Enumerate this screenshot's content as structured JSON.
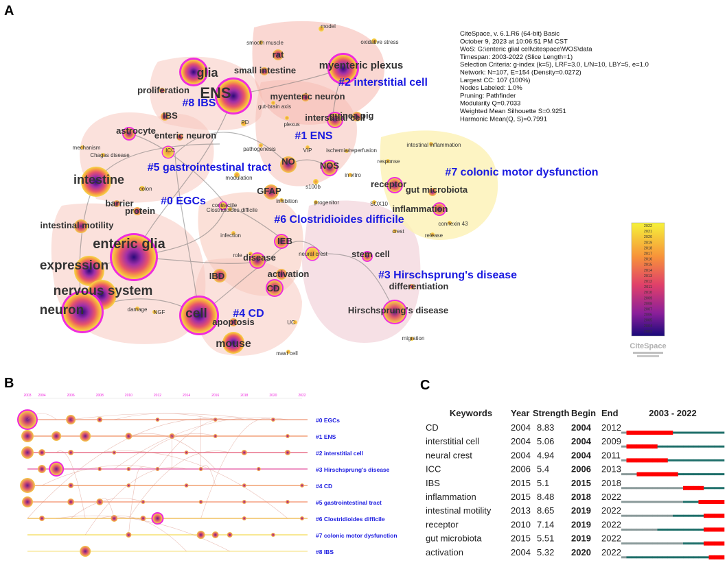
{
  "panels": {
    "a": "A",
    "b": "B",
    "c": "C"
  },
  "colors": {
    "cluster_pink": "#f7c3bc",
    "cluster_yellow": "#fdf1b4",
    "cluster_mauve": "#efc7cf",
    "label_blue": "#1a1ae0",
    "node_magenta": "#ee22dd",
    "burst_red": "#ff0000",
    "burst_grey": "#8a9a9a",
    "burst_teal": "#1f6f6a"
  },
  "info_box": [
    "CiteSpace, v. 6.1.R6 (64-bit) Basic",
    "October 9, 2023 at 10:06:51 PM CST",
    "WoS: G:\\enteric glial cell\\citespace\\WOS\\data",
    "Timespan: 2003-2022 (Slice Length=1)",
    "Selection Criteria: g-index (k=5), LRF=3.0, L/N=10, LBY=5, e=1.0",
    "Network: N=107, E=154 (Density=0.0272)",
    "Largest CC: 107 (100%)",
    "Nodes Labeled: 1.0%",
    "Pruning: Pathfinder",
    "Modularity Q=0.7033",
    "Weighted Mean Silhouette S=0.9251",
    "Harmonic Mean(Q, S)=0.7991"
  ],
  "color_legend_years": [
    "2022",
    "2021",
    "2020",
    "2019",
    "2018",
    "2017",
    "2016",
    "2015",
    "2014",
    "2013",
    "2012",
    "2011",
    "2010",
    "2009",
    "2008",
    "2007",
    "2006",
    "2005",
    "2004",
    "2003"
  ],
  "logo_text": "CiteSpace",
  "cluster_labels": [
    "#0 EGCs",
    "#1 ENS",
    "#2 interstitial cell",
    "#3 Hirschsprung's disease",
    "#4 CD",
    "#5 gastrointestinal tract",
    "#6 Clostridioides difficile",
    "#7 colonic motor dysfunction",
    "#8 IBS"
  ],
  "node_labels": {
    "large": [
      "glia",
      "ENS",
      "myenteric plexus",
      "intestine",
      "enteric glia",
      "expression",
      "nervous system",
      "neuron",
      "cell",
      "mouse"
    ],
    "medium": [
      "rat",
      "small intestine",
      "myenteric neuron",
      "interstitial cell",
      "guinea pig",
      "astrocyte",
      "enteric neuron",
      "IBS",
      "NO",
      "NOS",
      "GFAP",
      "receptor",
      "gut microbiota",
      "inflammation",
      "intestinal motility",
      "protein",
      "barrier",
      "IBD",
      "disease",
      "activation",
      "CD",
      "apoptosis",
      "IEB",
      "stem cell",
      "Hirschsprung's disease",
      "differentiation",
      "proliferation"
    ],
    "small": [
      "smooth muscle",
      "model",
      "oxidative stress",
      "gut-brain axis",
      "plexus",
      "PD",
      "pathogenesis",
      "VIP",
      "mechanism",
      "Chagas disease",
      "ICC",
      "colon",
      "modulation",
      "s100b",
      "in vitro",
      "ischemia/reperfusion",
      "response",
      "intestinal inflammation",
      "progenitor",
      "SOX10",
      "inhibition",
      "Clostridioides difficile",
      "contractile",
      "infection",
      "role",
      "neural crest",
      "crest",
      "connexin 43",
      "release",
      "damage",
      "NGF",
      "UC",
      "mast cell",
      "migration"
    ]
  },
  "timeline": {
    "years": [
      "2003",
      "2004",
      "2006",
      "2008",
      "2010",
      "2012",
      "2014",
      "2016",
      "2018",
      "2020",
      "2022"
    ],
    "clusters": [
      "#0 EGCs",
      "#1 ENS",
      "#2 interstitial cell",
      "#3 Hirschsprung's disease",
      "#4 CD",
      "#5 gastrointestinal tract",
      "#6 Clostridioides difficile",
      "#7 colonic motor dysfunction",
      "#8 IBS"
    ]
  },
  "burst_table": {
    "headers": {
      "keywords": "Keywords",
      "year": "Year",
      "strength": "Strength",
      "begin": "Begin",
      "end": "End",
      "range": "2003 - 2022"
    },
    "range_start": 2003,
    "range_end": 2022,
    "rows": [
      {
        "keyword": "CD",
        "year": "2004",
        "strength": "8.83",
        "begin": "2004",
        "end": "2012"
      },
      {
        "keyword": "interstitial cell",
        "year": "2004",
        "strength": "5.06",
        "begin": "2004",
        "end": "2009"
      },
      {
        "keyword": "neural crest",
        "year": "2004",
        "strength": "4.94",
        "begin": "2004",
        "end": "2011"
      },
      {
        "keyword": "ICC",
        "year": "2006",
        "strength": "5.4",
        "begin": "2006",
        "end": "2013"
      },
      {
        "keyword": "IBS",
        "year": "2015",
        "strength": "5.1",
        "begin": "2015",
        "end": "2018"
      },
      {
        "keyword": "inflammation",
        "year": "2015",
        "strength": "8.48",
        "begin": "2018",
        "end": "2022"
      },
      {
        "keyword": "intestinal motility",
        "year": "2013",
        "strength": "8.65",
        "begin": "2019",
        "end": "2022"
      },
      {
        "keyword": "receptor",
        "year": "2010",
        "strength": "7.14",
        "begin": "2019",
        "end": "2022"
      },
      {
        "keyword": "gut microbiota",
        "year": "2015",
        "strength": "5.51",
        "begin": "2019",
        "end": "2022"
      },
      {
        "keyword": "activation",
        "year": "2004",
        "strength": "5.32",
        "begin": "2020",
        "end": "2022"
      }
    ]
  },
  "chart_data": [
    {
      "type": "network",
      "clusters": [
        "#0 EGCs",
        "#1 ENS",
        "#2 interstitial cell",
        "#3 Hirschsprung's disease",
        "#4 CD",
        "#5 gastrointestinal tract",
        "#6 Clostridioides difficile",
        "#7 colonic motor dysfunction",
        "#8 IBS"
      ],
      "nodes": [
        "glia",
        "ENS",
        "myenteric plexus",
        "intestine",
        "enteric glia",
        "expression",
        "nervous system",
        "neuron",
        "cell",
        "mouse",
        "rat",
        "small intestine",
        "myenteric neuron",
        "interstitial cell",
        "guinea pig",
        "astrocyte",
        "enteric neuron",
        "IBS",
        "NO",
        "NOS",
        "GFAP",
        "receptor",
        "gut microbiota",
        "inflammation",
        "intestinal motility",
        "protein",
        "barrier",
        "IBD",
        "disease",
        "activation",
        "CD",
        "apoptosis",
        "IEB",
        "stem cell",
        "Hirschsprung's disease",
        "differentiation",
        "proliferation"
      ],
      "stats": {
        "N": 107,
        "E": 154,
        "density": 0.0272,
        "modularity_Q": 0.7033,
        "silhouette_S": 0.9251
      }
    },
    {
      "type": "timeline",
      "x_range": [
        2003,
        2022
      ],
      "categories": [
        "#0 EGCs",
        "#1 ENS",
        "#2 interstitial cell",
        "#3 Hirschsprung's disease",
        "#4 CD",
        "#5 gastrointestinal tract",
        "#6 Clostridioides difficile",
        "#7 colonic motor dysfunction",
        "#8 IBS"
      ]
    },
    {
      "type": "table",
      "title": "2003 - 2022",
      "columns": [
        "Keywords",
        "Year",
        "Strength",
        "Begin",
        "End"
      ],
      "rows": [
        [
          "CD",
          2004,
          8.83,
          2004,
          2012
        ],
        [
          "interstitial cell",
          2004,
          5.06,
          2004,
          2009
        ],
        [
          "neural crest",
          2004,
          4.94,
          2004,
          2011
        ],
        [
          "ICC",
          2006,
          5.4,
          2006,
          2013
        ],
        [
          "IBS",
          2015,
          5.1,
          2015,
          2018
        ],
        [
          "inflammation",
          2015,
          8.48,
          2018,
          2022
        ],
        [
          "intestinal motility",
          2013,
          8.65,
          2019,
          2022
        ],
        [
          "receptor",
          2010,
          7.14,
          2019,
          2022
        ],
        [
          "gut microbiota",
          2015,
          5.51,
          2019,
          2022
        ],
        [
          "activation",
          2004,
          5.32,
          2020,
          2022
        ]
      ]
    }
  ]
}
